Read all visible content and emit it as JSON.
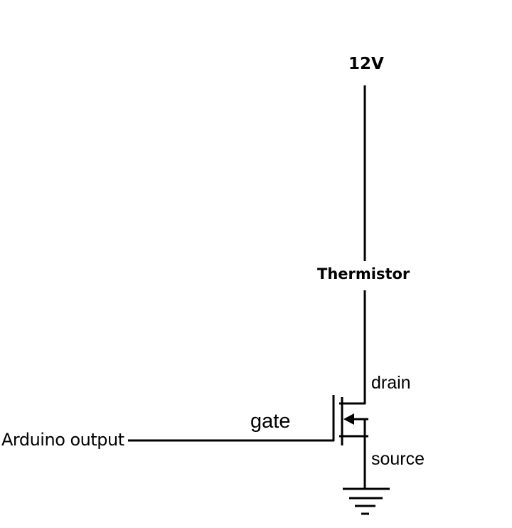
{
  "diagram": {
    "title": "MOSFET low-side switch for thermistor heater",
    "labels": {
      "supply": "12V",
      "load": "Thermistor",
      "drain": "drain",
      "gate": "gate",
      "source": "source",
      "input": "Arduino output"
    },
    "components": [
      {
        "type": "power-supply",
        "label": "12V"
      },
      {
        "type": "thermistor",
        "label": "Thermistor"
      },
      {
        "type": "n-channel-mosfet",
        "pins": [
          "gate",
          "drain",
          "source"
        ]
      },
      {
        "type": "ground-symbol"
      }
    ],
    "connections": [
      {
        "from": "12V",
        "to": "Thermistor"
      },
      {
        "from": "Thermistor",
        "to": "drain"
      },
      {
        "from": "Arduino output",
        "to": "gate"
      },
      {
        "from": "source",
        "to": "ground"
      }
    ],
    "colors": {
      "wire": "#000000",
      "background": "#ffffff",
      "text": "#000000"
    }
  }
}
